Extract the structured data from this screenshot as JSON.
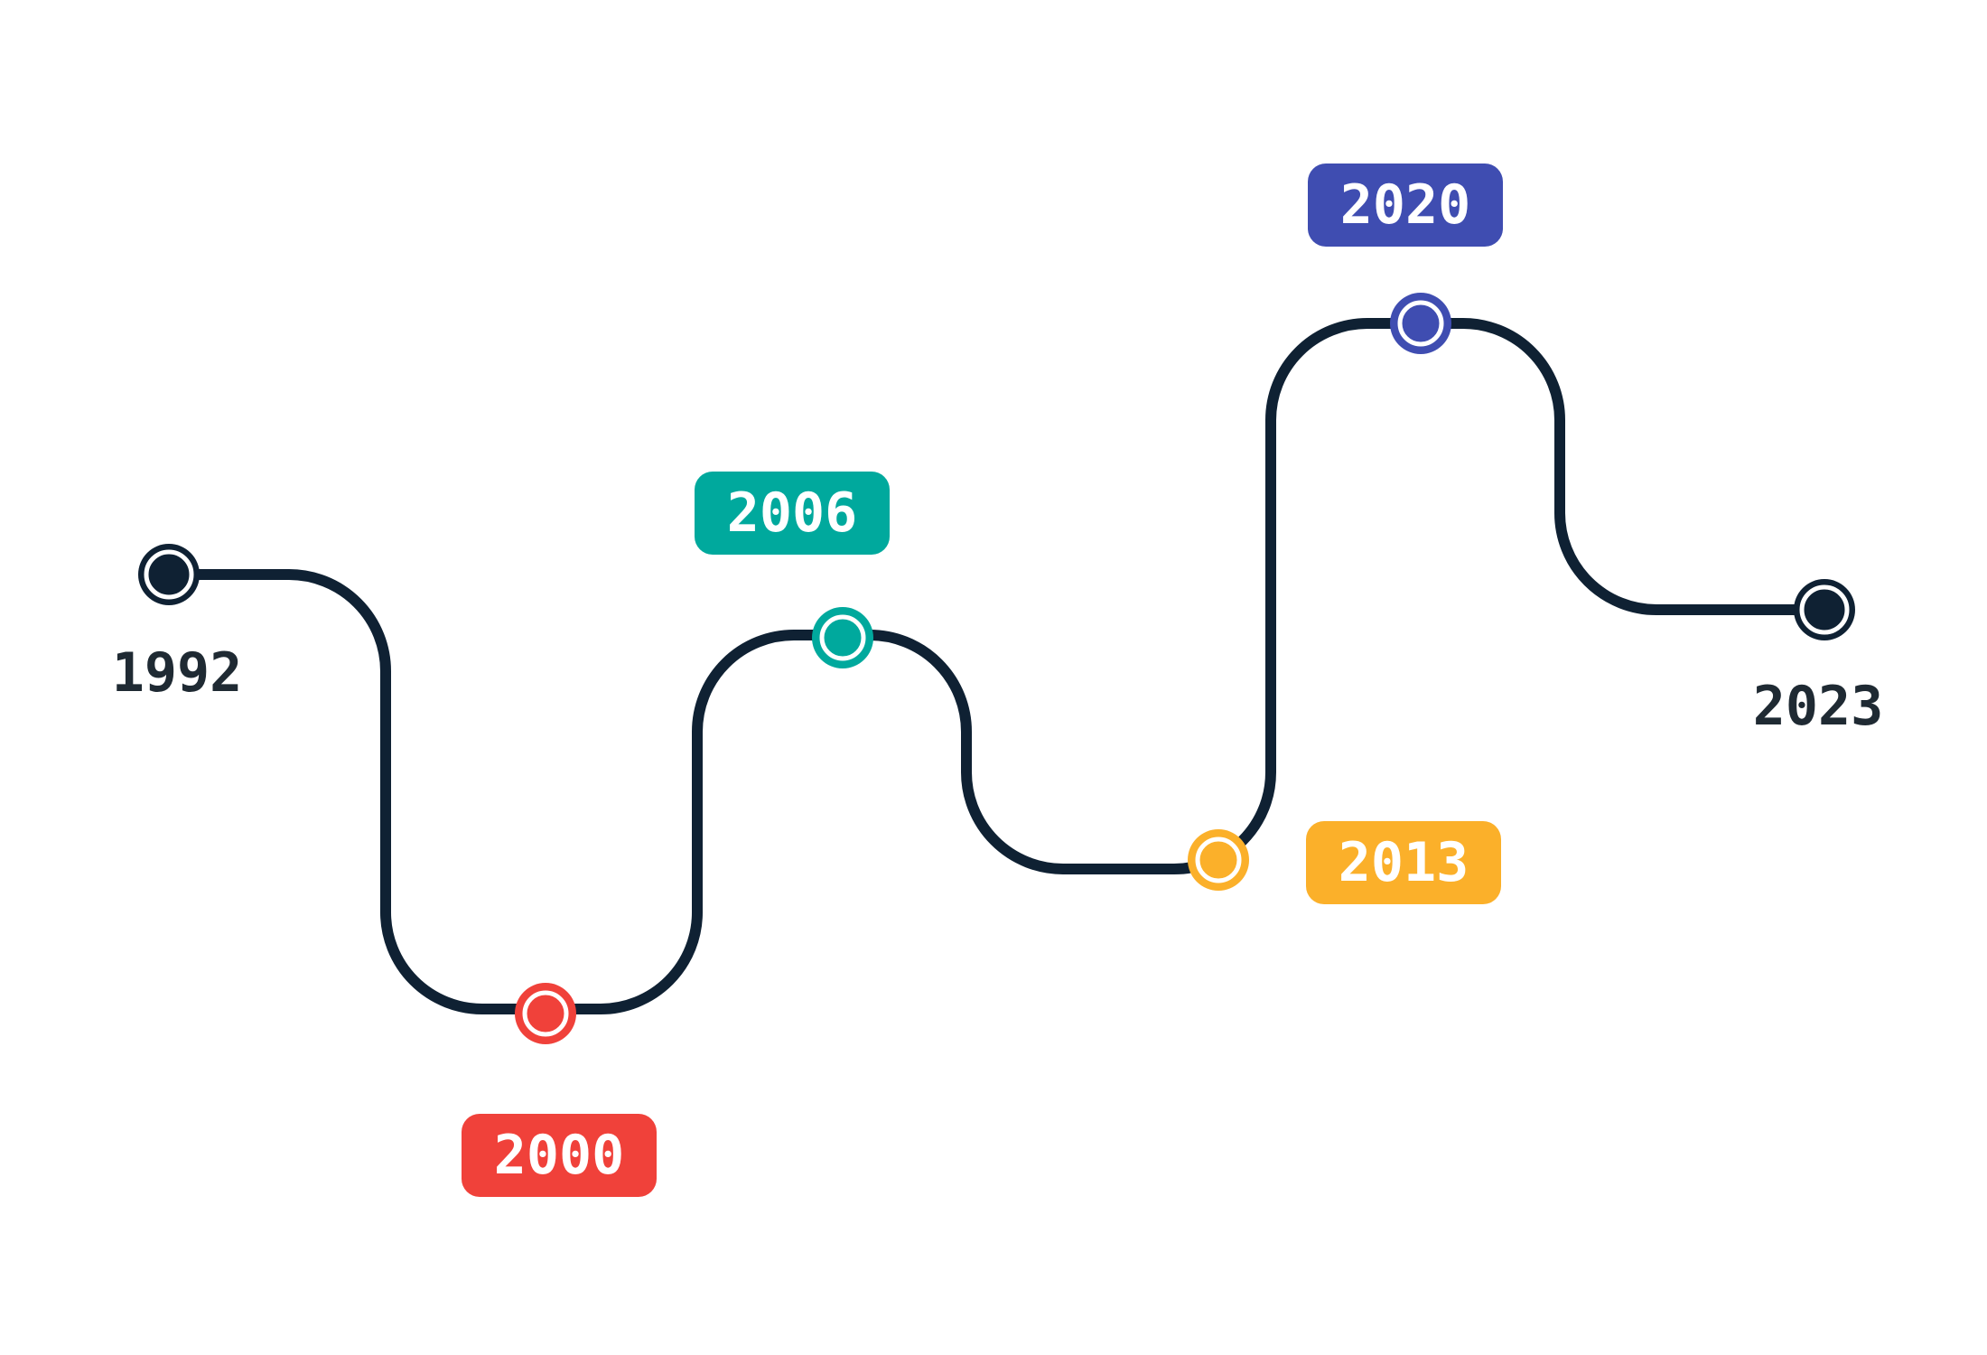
{
  "colors": {
    "path": "#0f2133",
    "background": "#ffffff",
    "plain_text": "#1f2a33"
  },
  "milestones": [
    {
      "year": "1992",
      "color": "#0f2133",
      "style": "plain"
    },
    {
      "year": "2000",
      "color": "#f0413a",
      "style": "badge"
    },
    {
      "year": "2006",
      "color": "#00a99d",
      "style": "badge"
    },
    {
      "year": "2013",
      "color": "#fbb02a",
      "style": "badge"
    },
    {
      "year": "2020",
      "color": "#3f4db1",
      "style": "badge"
    },
    {
      "year": "2023",
      "color": "#0f2133",
      "style": "plain"
    }
  ]
}
